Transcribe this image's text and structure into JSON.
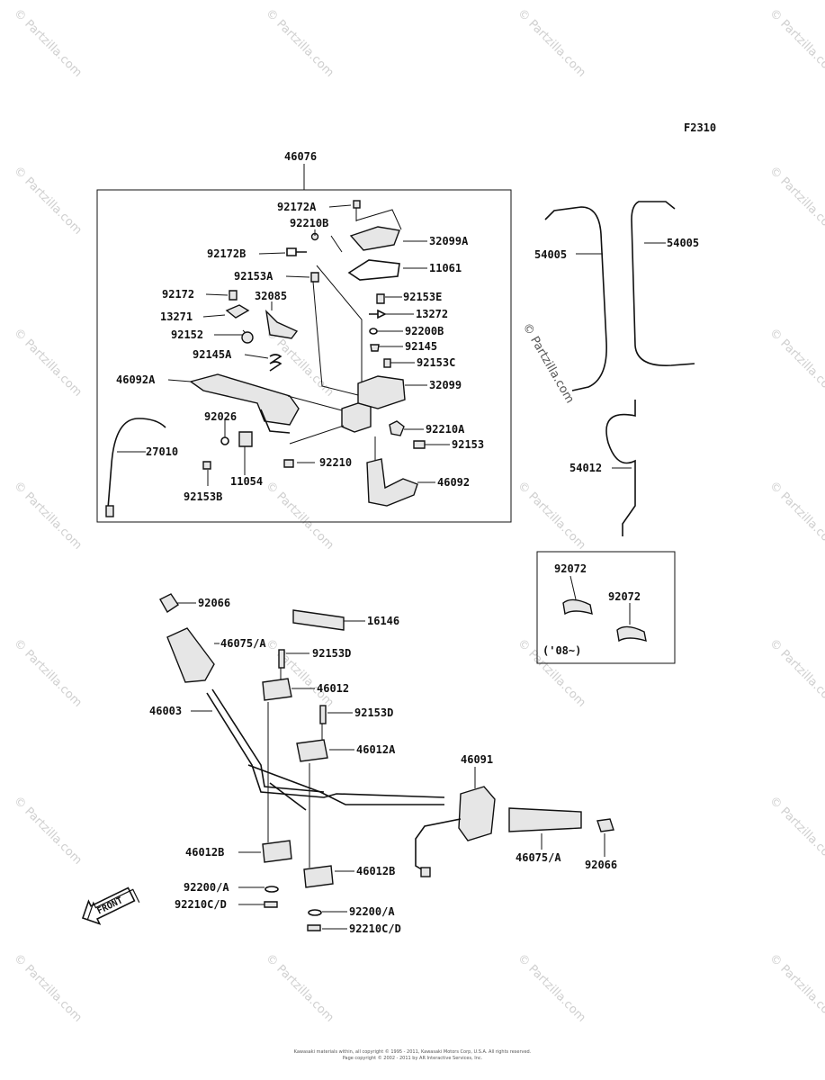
{
  "diagram_code": "F2310",
  "watermark": "© Partzilla.com",
  "inset_note": "('08~)",
  "front_label": "FRONT",
  "footer": {
    "line1": "Kawasaki materials within, all copyright © 1995 - 2011, Kawasaki Motors Corp, U.S.A. All rights reserved.",
    "line2": "Page copyright © 2002 - 2011 by AR Interactive Services, Inc."
  },
  "labels": {
    "l46076": "46076",
    "l92172A": "92172A",
    "l92210B": "92210B",
    "l92172B": "92172B",
    "l92153A": "92153A",
    "l92172": "92172",
    "l32085": "32085",
    "l13271": "13271",
    "l92152": "92152",
    "l92145A": "92145A",
    "l46092A": "46092A",
    "l92026": "92026",
    "l27010": "27010",
    "l11054": "11054",
    "l92153B": "92153B",
    "l92210": "92210",
    "l32099A": "32099A",
    "l11061": "11061",
    "l92153E": "92153E",
    "l13272": "13272",
    "l92200B": "92200B",
    "l92145": "92145",
    "l92153C": "92153C",
    "l32099": "32099",
    "l92210A": "92210A",
    "l92153": "92153",
    "l46092": "46092",
    "l54005a": "54005",
    "l54005b": "54005",
    "l54012": "54012",
    "l92072a": "92072",
    "l92072b": "92072",
    "l92066a": "92066",
    "l16146": "16146",
    "l46075A1": "46075/A",
    "l92153D1": "92153D",
    "l46012": "46012",
    "l46003": "46003",
    "l92153D2": "92153D",
    "l46012A": "46012A",
    "l46091": "46091",
    "l46012B1": "46012B",
    "l46012B2": "46012B",
    "l46075A2": "46075/A",
    "l92066b": "92066",
    "l92200A1": "92200/A",
    "l92210CD1": "92210C/D",
    "l92200A2": "92200/A",
    "l92210CD2": "92210C/D"
  }
}
